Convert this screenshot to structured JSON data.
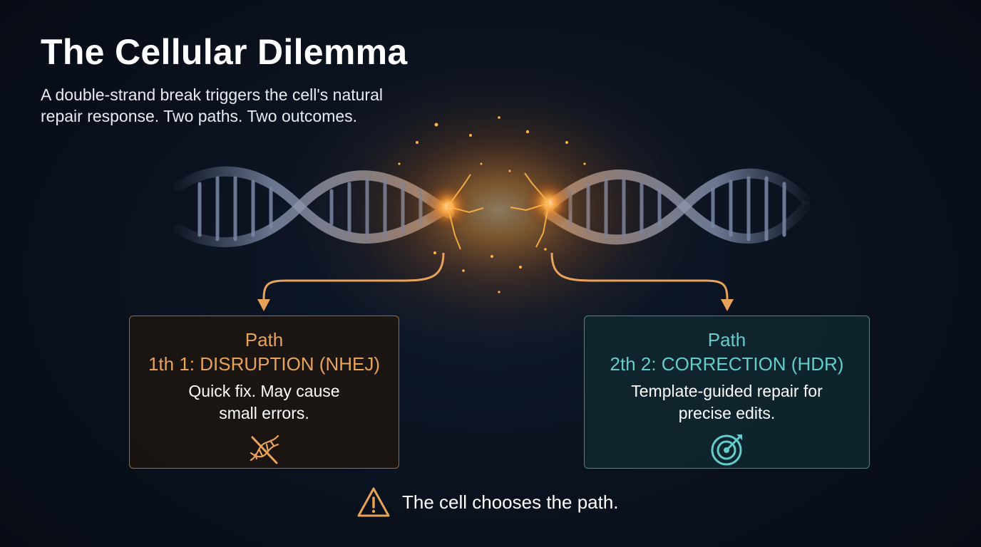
{
  "header": {
    "title": "The Cellular Dilemma",
    "subtitle": "A double-strand break triggers the cell's natural repair response. Two paths. Two outcomes."
  },
  "paths": [
    {
      "label": "Path",
      "name": "1th 1: DISRUPTION (NHEJ)",
      "description_line1": "Quick fix. May cause",
      "description_line2": "small errors.",
      "icon": "crossed-dna-icon",
      "color": "#e8a25a"
    },
    {
      "label": "Path",
      "name": "2th 2: CORRECTION (HDR)",
      "description_line1": "Template-guided repair for",
      "description_line2": "precise edits.",
      "icon": "target-icon",
      "color": "#63cdcb"
    }
  ],
  "footer": {
    "text": "The cell chooses the path.",
    "icon": "warning-icon"
  },
  "colors": {
    "background": "#0b1220",
    "accent_orange": "#e8a25a",
    "accent_teal": "#63cdcb",
    "break_glow": "#ffb347"
  }
}
